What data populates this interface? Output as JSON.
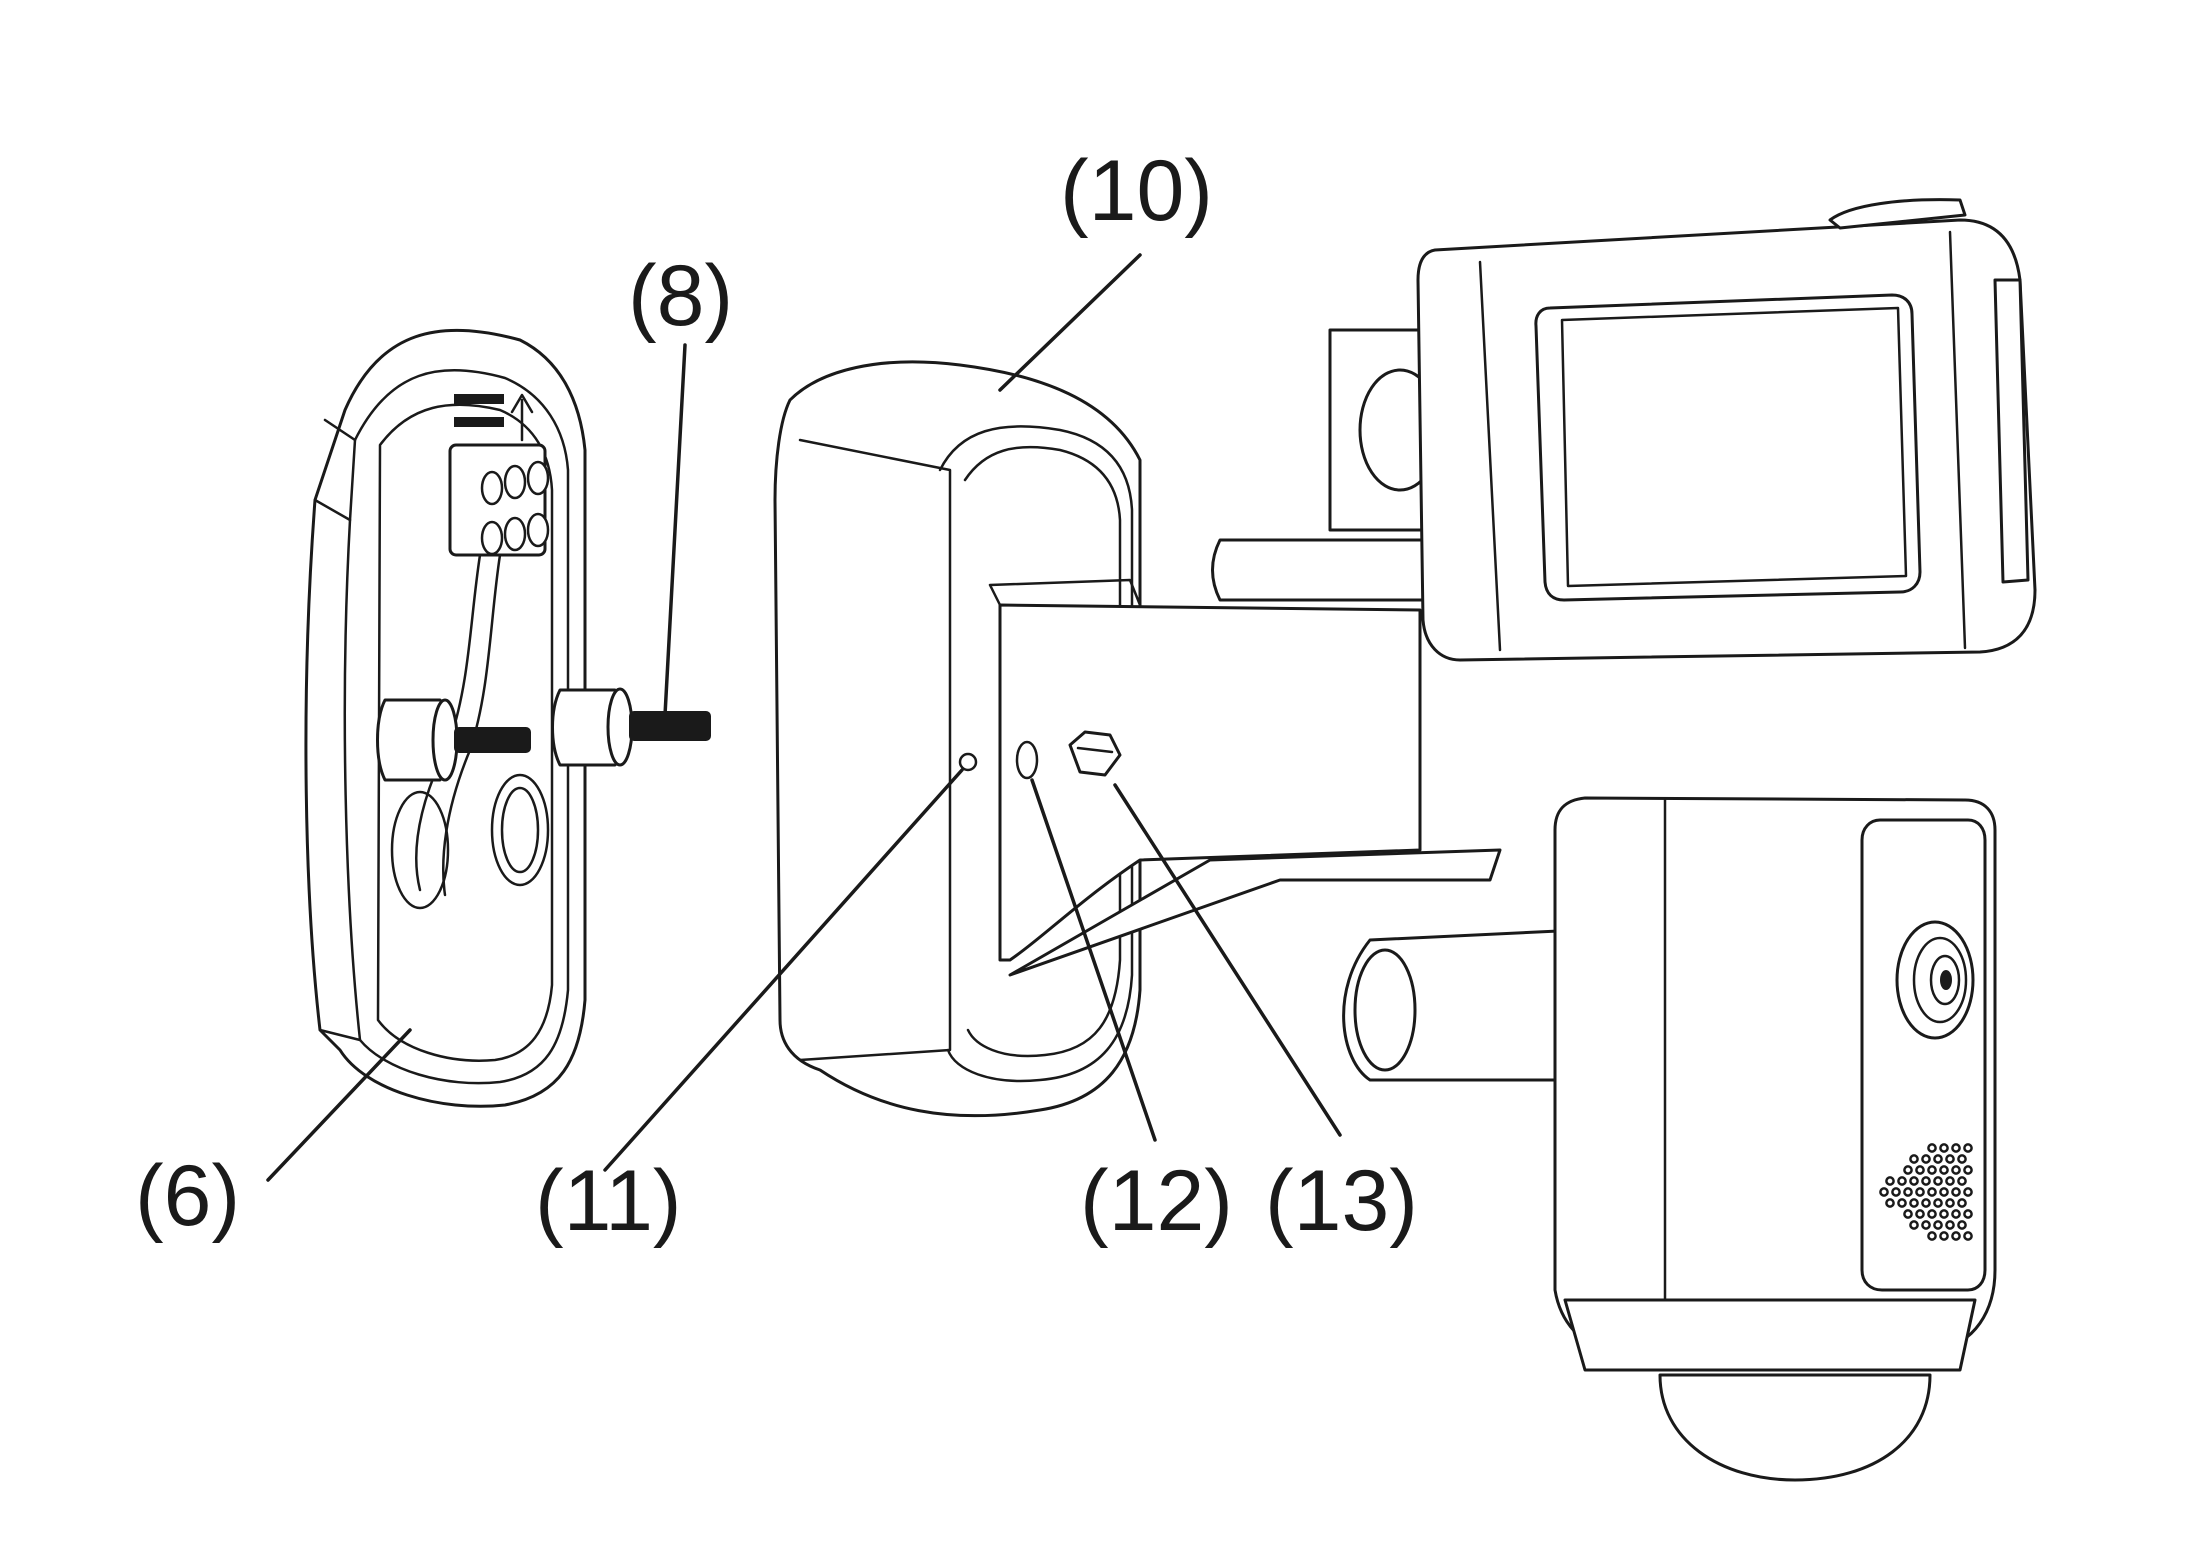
{
  "callouts": {
    "c6": "(6)",
    "c8": "(8)",
    "c10": "(10)",
    "c11": "(11)",
    "c12": "(12)",
    "c13": "(13)"
  },
  "colors": {
    "line": "#1a1a1a",
    "background": "#ffffff"
  }
}
